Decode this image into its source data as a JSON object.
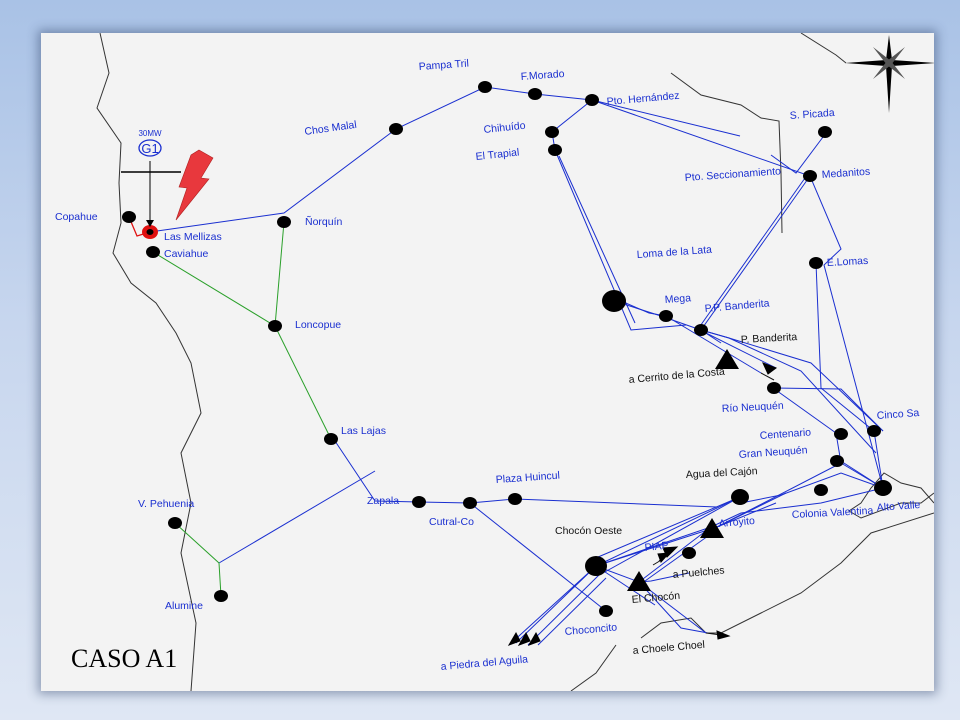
{
  "case_label": "CASO A1",
  "generator": {
    "rating": "30MW",
    "name": "G1"
  },
  "colors": {
    "line_500kv": "#1a2fd0",
    "line_132kv": "#2aa02a",
    "faulted_line": "#e01010",
    "node": "#000000",
    "fault_bolt": "#e8383d",
    "label": "#1a2fd0"
  },
  "icons": [
    "compass-rose-icon",
    "lightning-bolt-icon",
    "generator-icon",
    "node-icon",
    "power-plant-icon",
    "arrow-icon"
  ],
  "nodes": [
    {
      "key": "copahue",
      "label": "Copahue"
    },
    {
      "key": "las_mellizas",
      "label": "Las Mellizas"
    },
    {
      "key": "caviahue",
      "label": "Caviahue"
    },
    {
      "key": "norquin",
      "label": "Ñorquín"
    },
    {
      "key": "chos_malal",
      "label": "Chos Malal"
    },
    {
      "key": "pampa_tril",
      "label": "Pampa Tril"
    },
    {
      "key": "f_morado",
      "label": "F.Morado"
    },
    {
      "key": "pto_hernandez",
      "label": "Pto. Hernández"
    },
    {
      "key": "chihuido",
      "label": "Chihuído"
    },
    {
      "key": "el_trapial",
      "label": "El Trapial"
    },
    {
      "key": "s_picada",
      "label": "S. Picada"
    },
    {
      "key": "pto_seccionamiento",
      "label": "Pto. Seccionamiento"
    },
    {
      "key": "medanitos",
      "label": "Medanitos"
    },
    {
      "key": "e_lomas",
      "label": "E.Lomas"
    },
    {
      "key": "loma_de_la_lata",
      "label": "Loma de la Lata"
    },
    {
      "key": "mega",
      "label": "Mega"
    },
    {
      "key": "pp_banderita",
      "label": "P.P. Banderita"
    },
    {
      "key": "p_banderita",
      "label": "P. Banderita"
    },
    {
      "key": "a_cerrito_de_la_costa",
      "label": "a Cerrito de la Costa"
    },
    {
      "key": "rio_neuquen",
      "label": "Río Neuquén"
    },
    {
      "key": "cinco_saltos",
      "label": "Cinco Sa"
    },
    {
      "key": "centenario",
      "label": "Centenario"
    },
    {
      "key": "gran_neuquen",
      "label": "Gran Neuquén"
    },
    {
      "key": "loncopue",
      "label": "Loncopue"
    },
    {
      "key": "las_lajas",
      "label": "Las Lajas"
    },
    {
      "key": "zapala",
      "label": "Zapala"
    },
    {
      "key": "cutral_co",
      "label": "Cutral-Co"
    },
    {
      "key": "plaza_huincul",
      "label": "Plaza Huincul"
    },
    {
      "key": "agua_del_cajon",
      "label": "Agua del Cajón"
    },
    {
      "key": "arroyito",
      "label": "Arroyito"
    },
    {
      "key": "colonia_valentina",
      "label": "Colonia Valentina"
    },
    {
      "key": "alto_valle",
      "label": "Alto Valle"
    },
    {
      "key": "v_pehuenia",
      "label": "V. Pehuenia"
    },
    {
      "key": "alumine",
      "label": "Alumine"
    },
    {
      "key": "chocon_oeste",
      "label": "Chocón Oeste"
    },
    {
      "key": "piap",
      "label": "PIAP"
    },
    {
      "key": "a_puelches",
      "label": "a Puelches"
    },
    {
      "key": "el_chocon",
      "label": "El Chocón"
    },
    {
      "key": "choconcito",
      "label": "Choconcito"
    },
    {
      "key": "a_choele_choel",
      "label": "a Choele Choel"
    },
    {
      "key": "a_piedra_del_aguila",
      "label": "a Piedra del Aguila"
    }
  ]
}
